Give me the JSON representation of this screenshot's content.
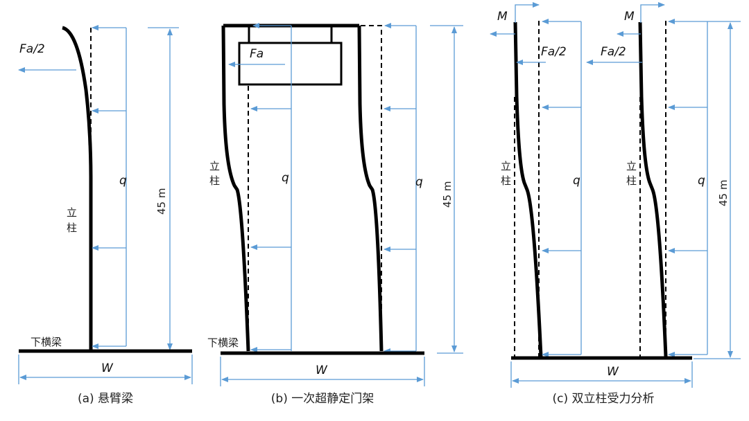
{
  "panels": [
    {
      "caption": "(a) 悬臂梁",
      "force": "Fa/2",
      "column": [
        "立",
        "柱"
      ],
      "beam": "下横梁",
      "load": "q",
      "height": "45 m",
      "width": "W"
    },
    {
      "caption": "(b) 一次超静定门架",
      "force": "Fa",
      "column": [
        "立",
        "柱"
      ],
      "beam": "下横梁",
      "load": "q",
      "height": "45 m",
      "width": "W"
    },
    {
      "caption": "(c) 双立柱受力分析",
      "force": "Fa/2",
      "moment": "M",
      "column": [
        "立",
        "柱"
      ],
      "load": "q",
      "height": "45 m",
      "width": "W"
    }
  ],
  "colors": {
    "structure": "#000000",
    "dimension": "#5b9bd5"
  }
}
